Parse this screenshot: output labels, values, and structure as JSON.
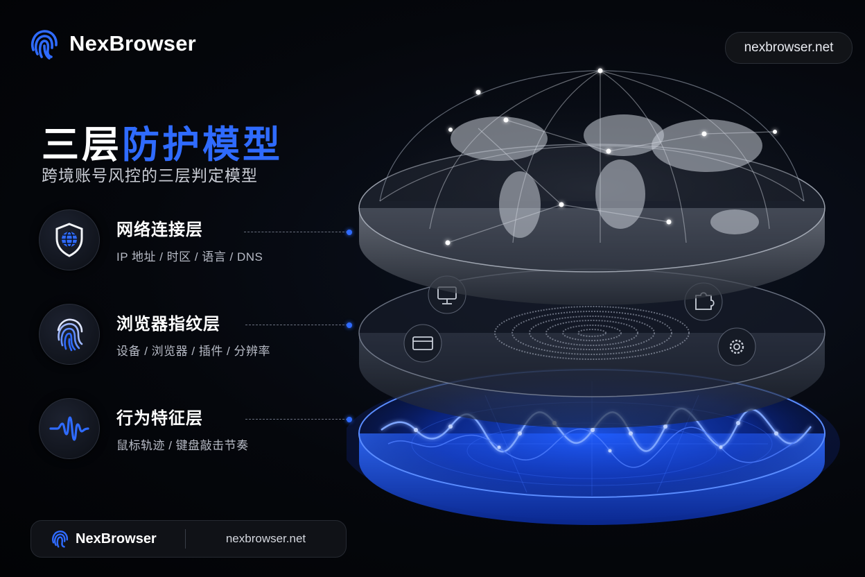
{
  "brand": {
    "name": "NexBrowser",
    "logo_icon": "fingerprint-icon",
    "accent": "#2f6bff"
  },
  "header": {
    "url": "nexbrowser.net"
  },
  "hero": {
    "title_white": "三层",
    "title_accent": "防护模型",
    "subtitle": "跨境账号风控的三层判定模型"
  },
  "layers": [
    {
      "title": "网络连接层",
      "desc": "IP 地址 / 时区 / 语言 / DNS",
      "icon": "shield-globe-icon"
    },
    {
      "title": "浏览器指纹层",
      "desc": "设备 / 浏览器 / 插件 / 分辨率",
      "icon": "fingerprint-icon"
    },
    {
      "title": "行为特征层",
      "desc": "鼠标轨迹 / 键盘敲击节奏",
      "icon": "waveform-icon"
    }
  ],
  "illustration": {
    "top_layer": "globe-network-dome",
    "middle_layer_icons": [
      "monitor-icon",
      "card-icon",
      "puzzle-icon",
      "gear-icon",
      "fingerprint-icon"
    ],
    "bottom_layer": "blue-waveform-grid"
  },
  "footer": {
    "brand_name": "NexBrowser",
    "url": "nexbrowser.net"
  }
}
